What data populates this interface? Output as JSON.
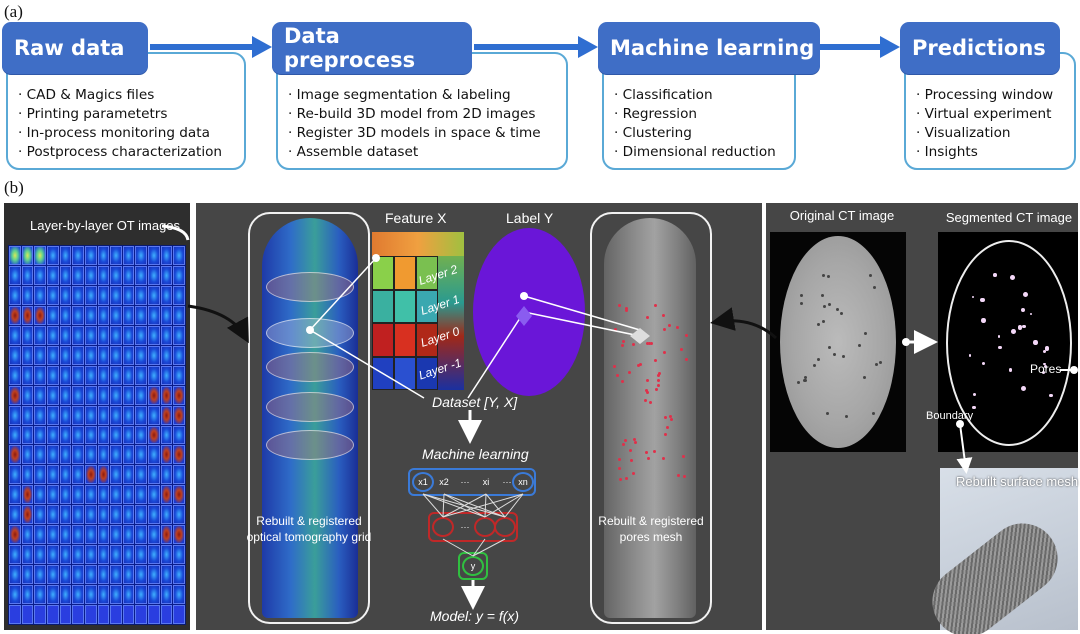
{
  "panel_a_label": "(a)",
  "panel_b_label": "(b)",
  "workflow": [
    {
      "title": "Raw data",
      "items": [
        "CAD & Magics files",
        "Printing parametetrs",
        "In-process monitoring data",
        "Postprocess characterization"
      ]
    },
    {
      "title": "Data preprocess",
      "items": [
        "Image segmentation & labeling",
        "Re-build 3D model from 2D images",
        "Register 3D models in space & time",
        "Assemble dataset"
      ]
    },
    {
      "title": "Machine learning",
      "items": [
        "Classification",
        "Regression",
        "Clustering",
        "Dimensional reduction"
      ]
    },
    {
      "title": "Predictions",
      "items": [
        "Processing window",
        "Virtual experiment",
        "Visualization",
        "Insights"
      ]
    }
  ],
  "pipeline": {
    "ot_images_label": "Layer-by-layer OT images",
    "feature_label": "Feature X",
    "label_label": "Label Y",
    "layers": [
      "Layer 2",
      "Layer 1",
      "Layer 0",
      "Layer -1"
    ],
    "dataset_label": "Dataset [Y, X]",
    "ml_label": "Machine learning",
    "model_label": "Model: y = f(x)",
    "nn_inputs": [
      "x1",
      "x2",
      "···",
      "xi",
      "···",
      "xn"
    ],
    "nn_hidden": "···",
    "nn_output": "y",
    "left_cylinder_caption_1": "Rebuilt & registered",
    "left_cylinder_caption_2": "optical tomography grid",
    "right_cylinder_caption_1": "Rebuilt & registered",
    "right_cylinder_caption_2": "pores mesh",
    "original_ct_label": "Original CT image",
    "segmented_ct_label": "Segmented CT image",
    "pores_label": "Pores",
    "boundary_label": "Boundary",
    "mesh_label": "Rebuilt surface mesh"
  },
  "colors": {
    "stage_header": "#3f6ec6",
    "stage_border": "#5aa9d6",
    "arrow": "#2f6ed1",
    "label_ellipse": "#6a16d8"
  }
}
